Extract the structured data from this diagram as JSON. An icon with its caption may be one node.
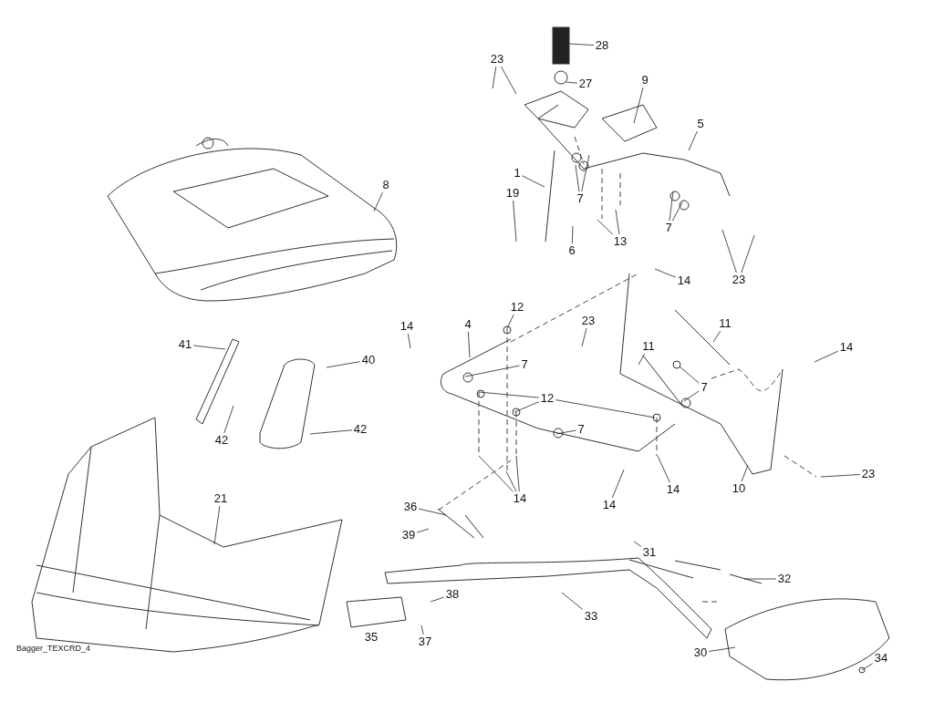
{
  "diagram": {
    "nodes": [
      {
        "text": [
          "28"
        ]
      },
      {
        "text": [
          "23"
        ]
      },
      {
        "text": [
          "27"
        ]
      },
      {
        "text": [
          "9"
        ]
      },
      {
        "text": [
          "5"
        ]
      },
      {
        "text": [
          "8"
        ]
      },
      {
        "text": [
          "1"
        ]
      },
      {
        "text": [
          "7"
        ]
      },
      {
        "text": [
          "19"
        ]
      },
      {
        "text": [
          "6"
        ]
      },
      {
        "text": [
          "13"
        ]
      },
      {
        "text": [
          "7"
        ]
      },
      {
        "text": [
          "23"
        ]
      },
      {
        "text": [
          "14"
        ]
      },
      {
        "text": [
          "12"
        ]
      },
      {
        "text": [
          "14"
        ]
      },
      {
        "text": [
          "4"
        ]
      },
      {
        "text": [
          "23"
        ]
      },
      {
        "text": [
          "11"
        ]
      },
      {
        "text": [
          "7"
        ]
      },
      {
        "text": [
          "14"
        ]
      },
      {
        "text": [
          "11"
        ]
      },
      {
        "text": [
          "41"
        ]
      },
      {
        "text": [
          "40"
        ]
      },
      {
        "text": [
          "7"
        ]
      },
      {
        "text": [
          "12"
        ]
      },
      {
        "text": [
          "7"
        ]
      },
      {
        "text": [
          "42"
        ]
      },
      {
        "text": [
          "42"
        ]
      },
      {
        "text": [
          "14"
        ]
      },
      {
        "text": [
          "14"
        ]
      },
      {
        "text": [
          "14"
        ]
      },
      {
        "text": [
          "10"
        ]
      },
      {
        "text": [
          "23"
        ]
      },
      {
        "text": [
          "21"
        ]
      },
      {
        "text": [
          "36"
        ]
      },
      {
        "text": [
          "39"
        ]
      },
      {
        "text": [
          "31"
        ]
      },
      {
        "text": [
          "32"
        ]
      },
      {
        "text": [
          "38"
        ]
      },
      {
        "text": [
          "33"
        ]
      },
      {
        "text": [
          "37"
        ]
      },
      {
        "text": [
          "30"
        ]
      },
      {
        "text": [
          "34"
        ]
      }
    ],
    "edges": [
      {
        "from": 0,
        "to": null,
        "arrow": "none"
      },
      {
        "from": 1,
        "to": null,
        "arrow": "none"
      },
      {
        "from": 1,
        "to": null,
        "arrow": "none"
      },
      {
        "from": 2,
        "to": null,
        "arrow": "none"
      },
      {
        "from": 3,
        "to": null,
        "arrow": "none"
      },
      {
        "from": 4,
        "to": null,
        "arrow": "none"
      },
      {
        "from": 5,
        "to": null,
        "arrow": "none"
      },
      {
        "from": 6,
        "to": null,
        "arrow": "none"
      },
      {
        "from": 7,
        "to": null,
        "arrow": "none"
      },
      {
        "from": 7,
        "to": null,
        "arrow": "none"
      },
      {
        "from": 8,
        "to": null,
        "arrow": "none"
      },
      {
        "from": 9,
        "to": null,
        "arrow": "none"
      },
      {
        "from": 10,
        "to": null,
        "arrow": "none"
      },
      {
        "from": 10,
        "to": null,
        "arrow": "none"
      },
      {
        "from": 11,
        "to": null,
        "arrow": "none"
      },
      {
        "from": 11,
        "to": null,
        "arrow": "none"
      },
      {
        "from": 12,
        "to": null,
        "arrow": "none"
      },
      {
        "from": 12,
        "to": null,
        "arrow": "none"
      },
      {
        "from": 13,
        "to": null,
        "arrow": "none"
      },
      {
        "from": 14,
        "to": null,
        "arrow": "none"
      },
      {
        "from": 15,
        "to": null,
        "arrow": "none"
      },
      {
        "from": 16,
        "to": null,
        "arrow": "none"
      },
      {
        "from": 17,
        "to": null,
        "arrow": "none"
      },
      {
        "from": 18,
        "to": null,
        "arrow": "none"
      },
      {
        "from": 19,
        "to": null,
        "arrow": "none"
      },
      {
        "from": 20,
        "to": null,
        "arrow": "none"
      },
      {
        "from": 21,
        "to": null,
        "arrow": "none"
      },
      {
        "from": 22,
        "to": null,
        "arrow": "none"
      },
      {
        "from": 23,
        "to": null,
        "arrow": "none"
      },
      {
        "from": 24,
        "to": null,
        "arrow": "none"
      },
      {
        "from": 24,
        "to": null,
        "arrow": "none"
      },
      {
        "from": 25,
        "to": null,
        "arrow": "none"
      },
      {
        "from": 25,
        "to": null,
        "arrow": "none"
      },
      {
        "from": 25,
        "to": null,
        "arrow": "none"
      },
      {
        "from": 26,
        "to": null,
        "arrow": "none"
      },
      {
        "from": 27,
        "to": null,
        "arrow": "none"
      },
      {
        "from": 28,
        "to": null,
        "arrow": "none"
      },
      {
        "from": 29,
        "to": null,
        "arrow": "none"
      },
      {
        "from": 29,
        "to": null,
        "arrow": "none"
      },
      {
        "from": 29,
        "to": null,
        "arrow": "none"
      },
      {
        "from": 30,
        "to": null,
        "arrow": "none"
      },
      {
        "from": 31,
        "to": null,
        "arrow": "none"
      },
      {
        "from": 32,
        "to": null,
        "arrow": "none"
      },
      {
        "from": 33,
        "to": null,
        "arrow": "none"
      },
      {
        "from": 34,
        "to": null,
        "arrow": "none"
      },
      {
        "from": 35,
        "to": null,
        "arrow": "none"
      },
      {
        "from": 36,
        "to": null,
        "arrow": "none"
      },
      {
        "from": 37,
        "to": null,
        "arrow": "none"
      },
      {
        "from": 38,
        "to": null,
        "arrow": "none"
      },
      {
        "from": 39,
        "to": null,
        "arrow": "none"
      },
      {
        "from": 40,
        "to": null,
        "arrow": "none"
      },
      {
        "from": 41,
        "to": null,
        "arrow": "none"
      },
      {
        "from": 42,
        "to": null,
        "arrow": "none"
      },
      {
        "from": 43,
        "to": null,
        "arrow": "none"
      }
    ],
    "labels": [
      "35",
      "Bagger_TEXCRD_4"
    ]
  }
}
